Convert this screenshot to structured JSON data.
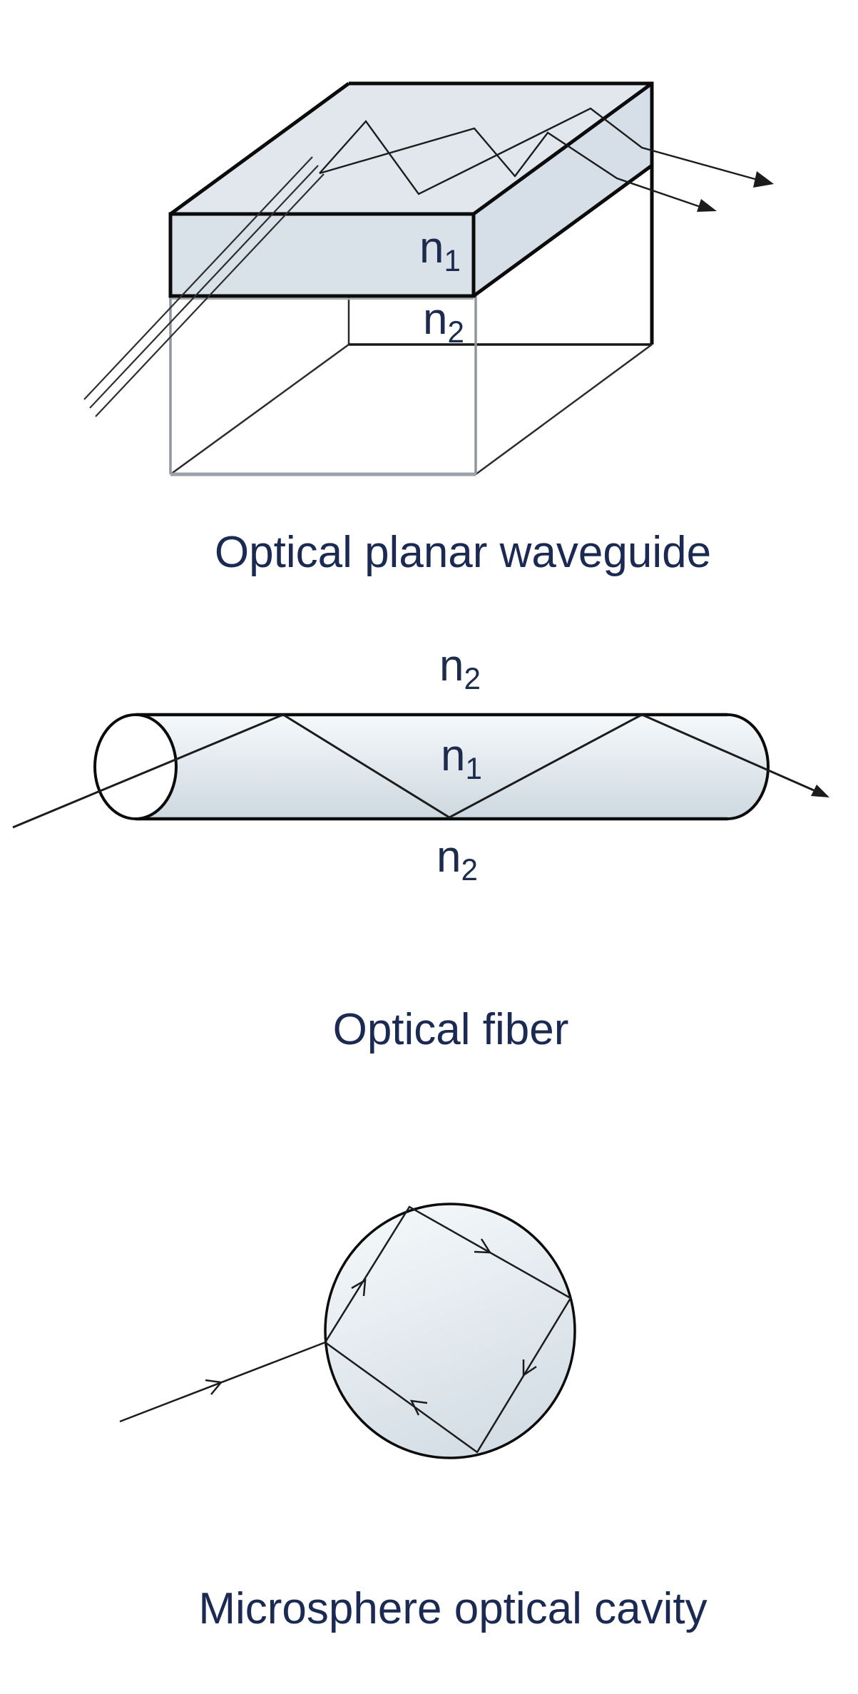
{
  "page": {
    "background": "#ffffff",
    "kind": "optics structures diagram"
  },
  "figures": [
    {
      "id": "planar-waveguide",
      "caption": "Optical planar waveguide",
      "labels": [
        {
          "base": "n",
          "sub": "1"
        },
        {
          "base": "n",
          "sub": "2"
        }
      ]
    },
    {
      "id": "optical-fiber",
      "caption": "Optical fiber",
      "labels": [
        {
          "base": "n",
          "sub": "2"
        },
        {
          "base": "n",
          "sub": "1"
        },
        {
          "base": "n",
          "sub": "2"
        }
      ]
    },
    {
      "id": "microsphere",
      "caption": "Microsphere optical cavity",
      "labels": []
    }
  ],
  "colors": {
    "background": "#ffffff",
    "outline": "#0b0b0b",
    "wireframe": "#2b2b2b",
    "ray": "#1c1c1c",
    "gray_edge": "#9aa1a7",
    "slab_top_fill": "#e1e7ed",
    "slab_front_fill": "#dae2e9",
    "slab_right_fill": "#d6dfe7",
    "fiber_fill_top": "#f6f9fb",
    "fiber_fill_bottom": "#cdd8e0",
    "sphere_fill_top": "#f3f7f9",
    "sphere_fill_bottom": "#d2dce4",
    "label_text": "#1d2b4e",
    "caption_text": "#1b2a52"
  }
}
